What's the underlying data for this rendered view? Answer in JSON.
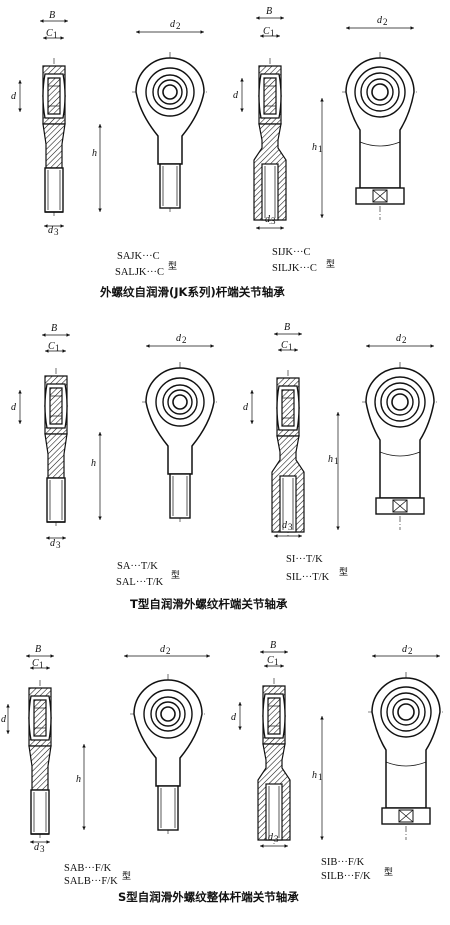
{
  "dimension_labels": {
    "B": "B",
    "C1": "C",
    "C1_sub": "1",
    "d": "d",
    "d2": "d",
    "d2_sub": "2",
    "d3": "d",
    "d3_sub": "3",
    "h": "h",
    "h1": "h",
    "h1_sub": "1"
  },
  "sections": [
    {
      "title": "外螺纹自润滑(JK系列)杆端关节轴承",
      "left_models": [
        "SAJK···C",
        "SALJK···C"
      ],
      "right_models": [
        "SIJK···C",
        "SILJK···C"
      ],
      "type_suffix": "型"
    },
    {
      "title": "T型自润滑外螺纹杆端关节轴承",
      "left_models": [
        "SA···T/K",
        "SAL···T/K"
      ],
      "right_models": [
        "SI···T/K",
        "SIL···T/K"
      ],
      "type_suffix": "型"
    },
    {
      "title": "S型自润滑外螺纹整体杆端关节轴承",
      "left_models": [
        "SAB···F/K",
        "SALB···F/K"
      ],
      "right_models": [
        "SIB···F/K",
        "SILB···F/K"
      ],
      "type_suffix": "型"
    }
  ]
}
